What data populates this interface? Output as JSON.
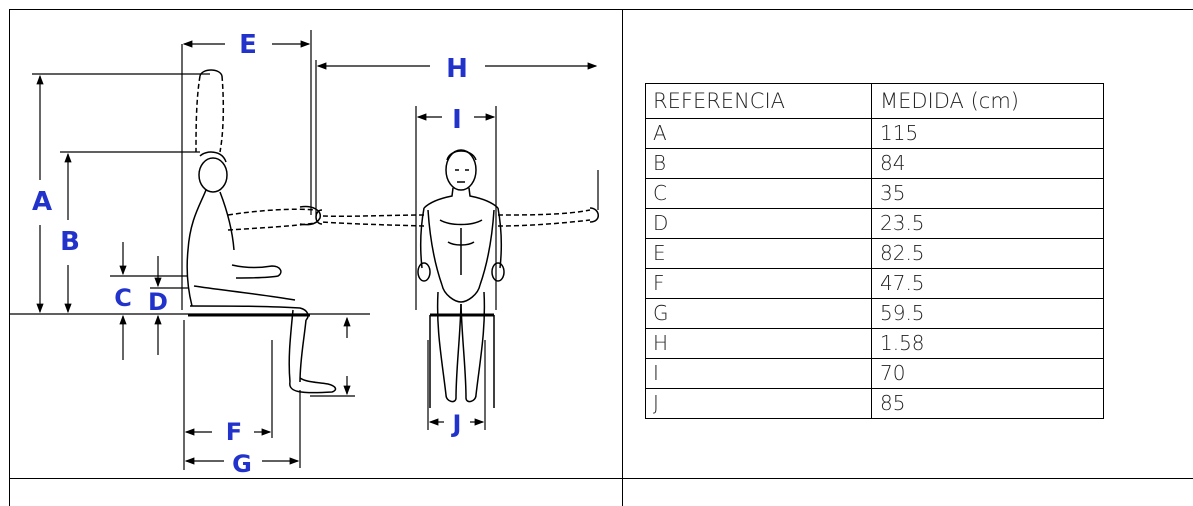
{
  "figure": {
    "labels": {
      "a": "A",
      "b": "B",
      "c": "C",
      "d": "D",
      "e": "E",
      "f": "F",
      "g": "G",
      "h": "H",
      "i": "I",
      "j": "J"
    },
    "label_color": "#2233cc"
  },
  "table": {
    "headers": [
      "REFERENCIA",
      "MEDIDA (cm)"
    ],
    "rows": [
      [
        "A",
        "115"
      ],
      [
        "B",
        "84"
      ],
      [
        "C",
        "35"
      ],
      [
        "D",
        "23.5"
      ],
      [
        "E",
        "82.5"
      ],
      [
        "F",
        "47.5"
      ],
      [
        "G",
        "59.5"
      ],
      [
        "H",
        "1.58"
      ],
      [
        "I",
        "70"
      ],
      [
        "J",
        "85"
      ]
    ]
  }
}
